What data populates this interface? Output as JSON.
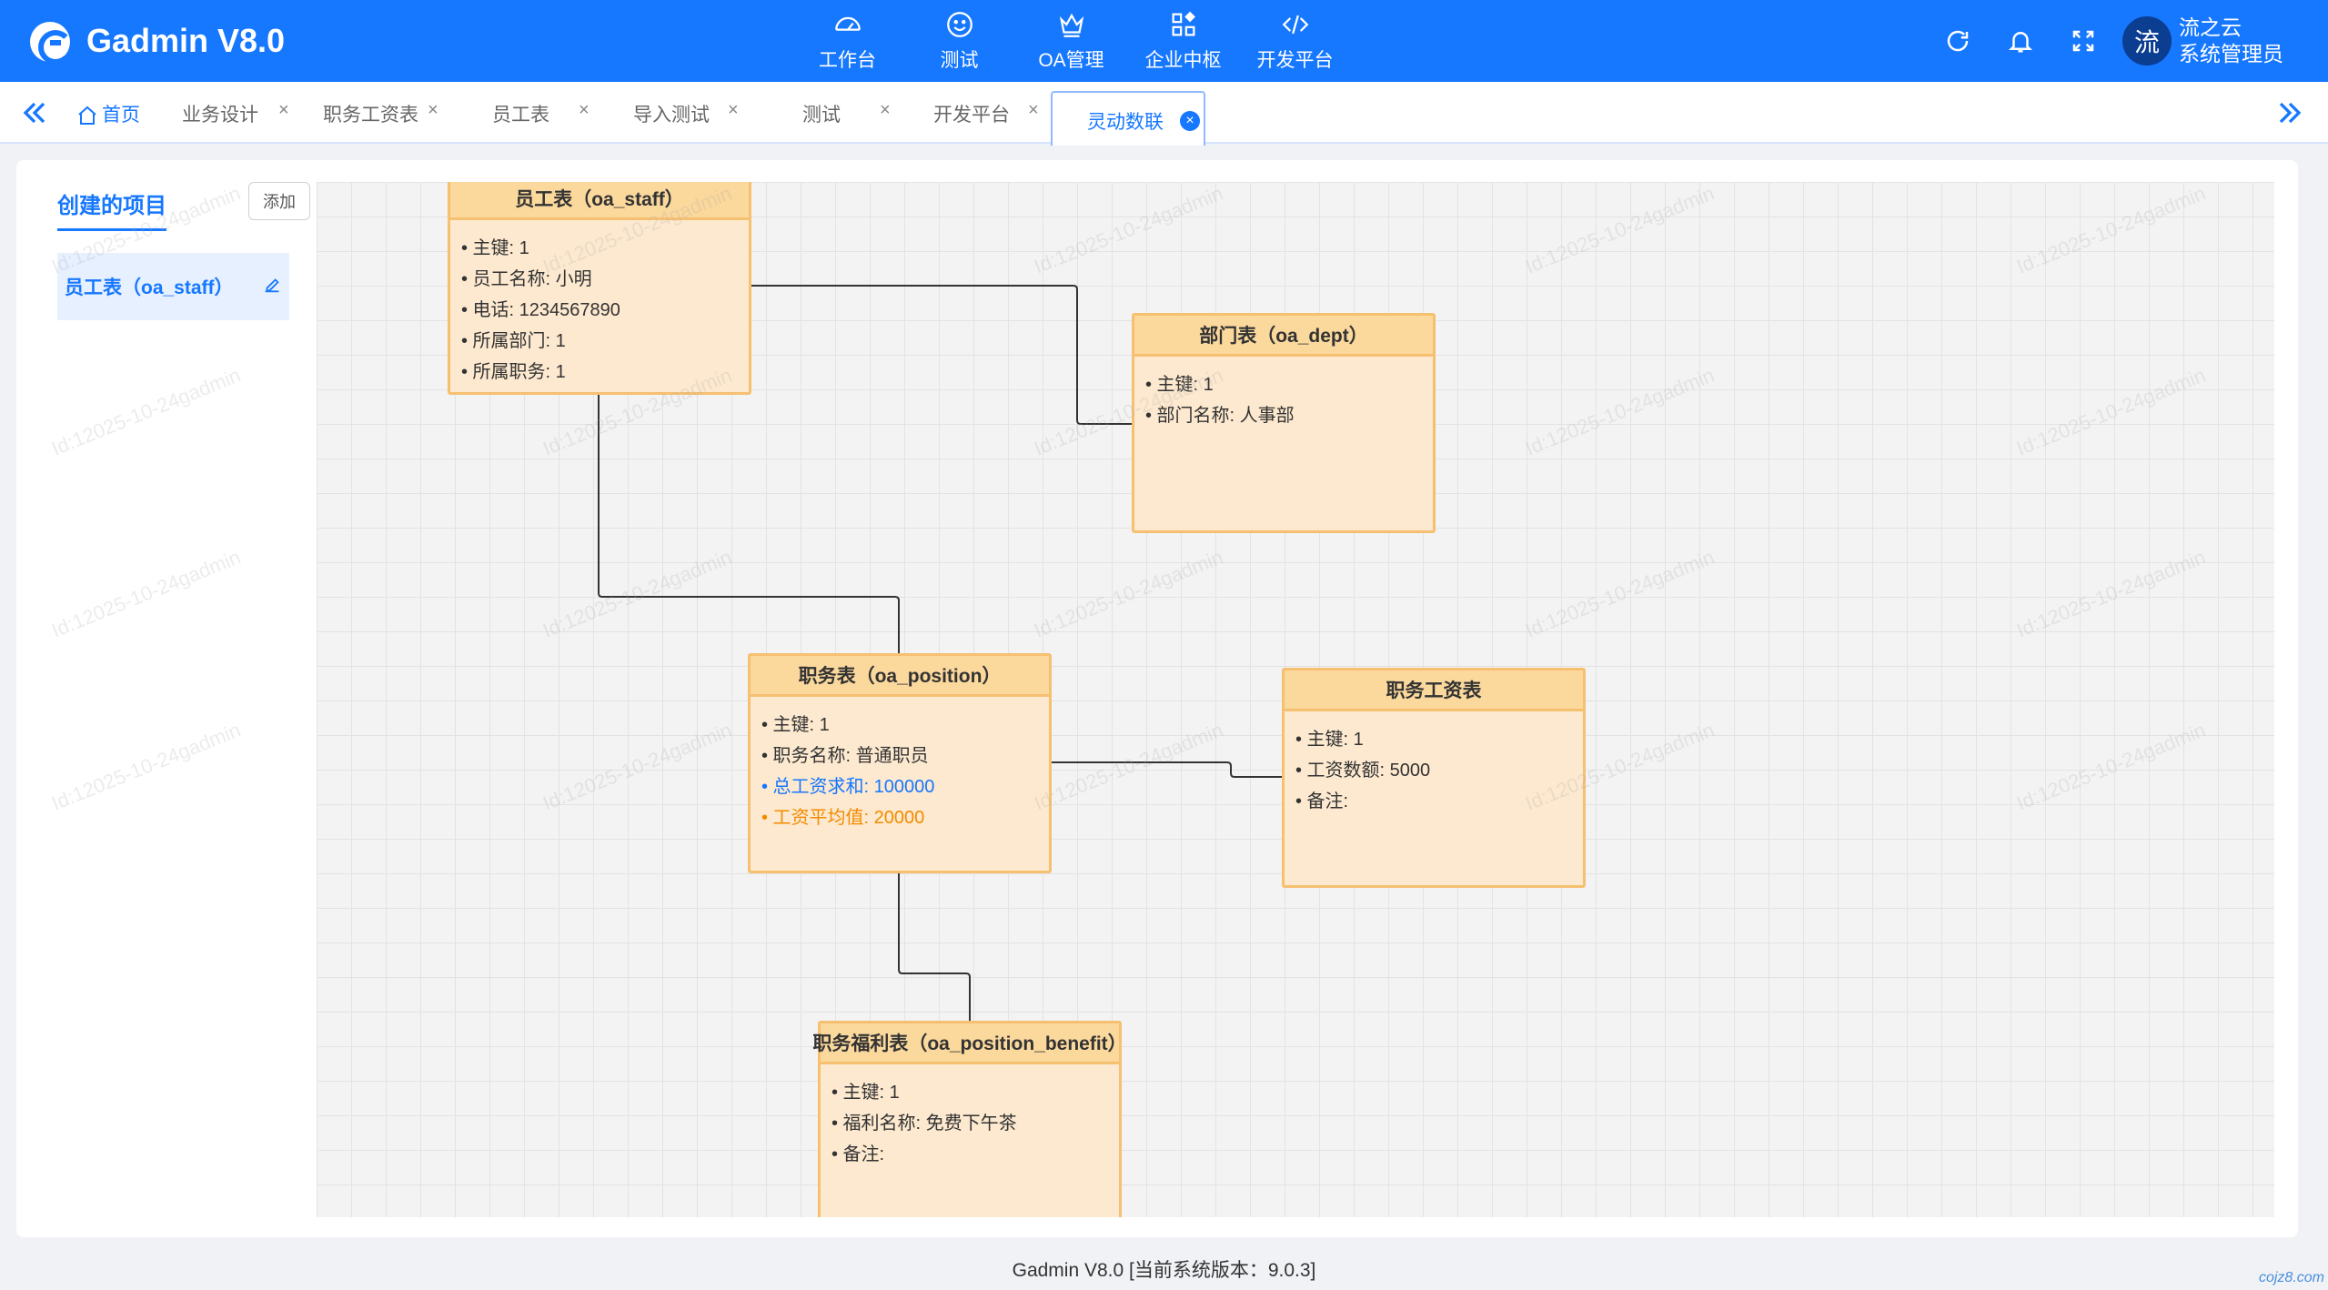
{
  "header": {
    "app_title": "Gadmin V8.0",
    "nav": [
      {
        "label": "工作台",
        "icon": "dashboard-icon"
      },
      {
        "label": "测试",
        "icon": "smile-icon"
      },
      {
        "label": "OA管理",
        "icon": "crown-icon"
      },
      {
        "label": "企业中枢",
        "icon": "apps-icon"
      },
      {
        "label": "开发平台",
        "icon": "code-icon"
      }
    ],
    "user": {
      "avatar_text": "流",
      "line1": "流之云",
      "line2": "系统管理员"
    }
  },
  "tabs": {
    "home": "首页",
    "items": [
      {
        "label": "业务设计",
        "closable": "×"
      },
      {
        "label": "职务工资表",
        "closable": "×"
      },
      {
        "label": "员工表",
        "closable": "×"
      },
      {
        "label": "导入测试",
        "closable": "×"
      },
      {
        "label": "测试",
        "closable": "×"
      },
      {
        "label": "开发平台",
        "closable": "×"
      }
    ],
    "active": "灵动数联",
    "active_close": "×"
  },
  "sidebar": {
    "title": "创建的项目",
    "add_label": "添加",
    "project": "员工表（oa_staff）"
  },
  "entities": {
    "staff": {
      "title": "员工表（oa_staff）",
      "fields": [
        "• 主键: 1",
        "• 员工名称: 小明",
        "• 电话: 1234567890",
        "• 所属部门: 1",
        "• 所属职务: 1"
      ]
    },
    "dept": {
      "title": "部门表（oa_dept）",
      "fields": [
        "• 主键: 1",
        "• 部门名称: 人事部"
      ]
    },
    "position": {
      "title": "职务表（oa_position）",
      "fields": [
        "• 主键: 1",
        "• 职务名称: 普通职员"
      ],
      "blue_field": "• 总工资求和: 100000",
      "orange_field": "• 工资平均值: 20000"
    },
    "salary": {
      "title": "职务工资表",
      "fields": [
        "• 主键: 1",
        "• 工资数额: 5000",
        "• 备注:"
      ]
    },
    "benefit": {
      "title": "职务福利表（oa_position_benefit）",
      "fields": [
        "• 主键: 1",
        "• 福利名称: 免费下午茶",
        "• 备注:"
      ]
    }
  },
  "watermark": "Id:12025-10-24gadmin",
  "footer": "Gadmin V8.0 [当前系统版本：9.0.3]",
  "corner_mark": "cojz8.com",
  "colors": {
    "primary": "#1677ff",
    "entity_fill": "#fde9cf",
    "entity_header": "#fbd89c",
    "entity_border": "#f6c071"
  }
}
